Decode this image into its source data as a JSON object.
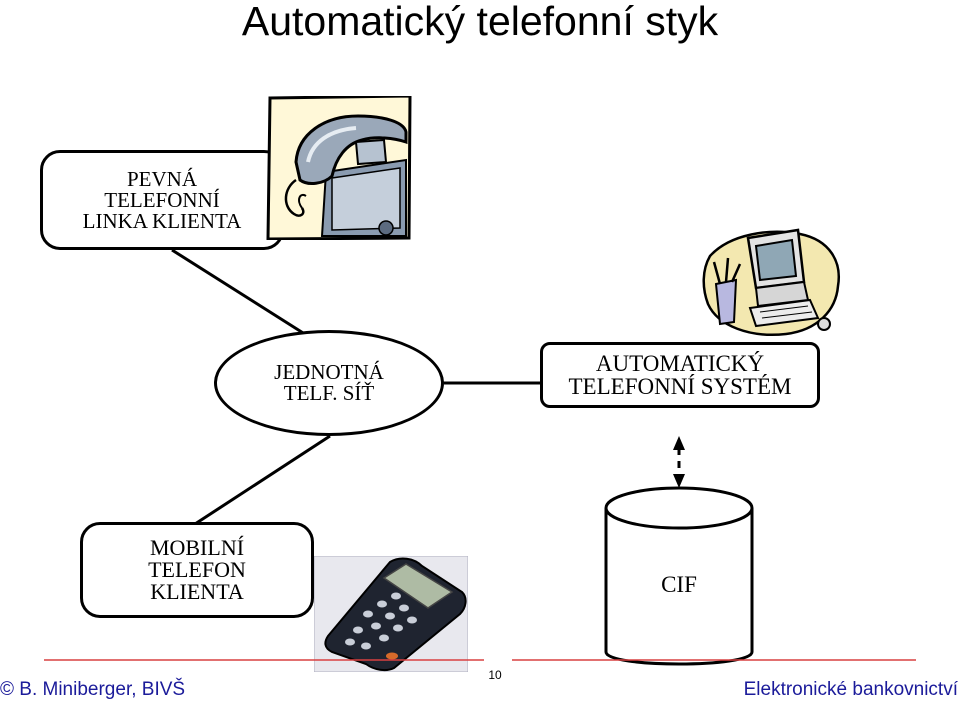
{
  "title": "Automatický telefonní styk",
  "nodes": {
    "fixed_line": [
      "PEVNÁ",
      "TELEFONNÍ",
      "LINKA KLIENTA"
    ],
    "network": [
      "JEDNOTNÁ",
      "TELF. SÍŤ"
    ],
    "auto_system": [
      "AUTOMATICKÝ",
      "TELEFONNÍ SYSTÉM"
    ],
    "mobile": [
      "MOBILNÍ",
      "TELEFON",
      "KLIENTA"
    ],
    "database": "CIF"
  },
  "footer": {
    "left": "© B. Miniberger, BIVŠ",
    "page": "10",
    "right": "Elektronické bankovnictví",
    "rule_color": "#d94040"
  },
  "icons": {
    "telephone": "telephone-icon",
    "computer": "computer-icon",
    "mobile_phone": "mobile-phone-icon",
    "database": "database-cylinder-icon"
  }
}
